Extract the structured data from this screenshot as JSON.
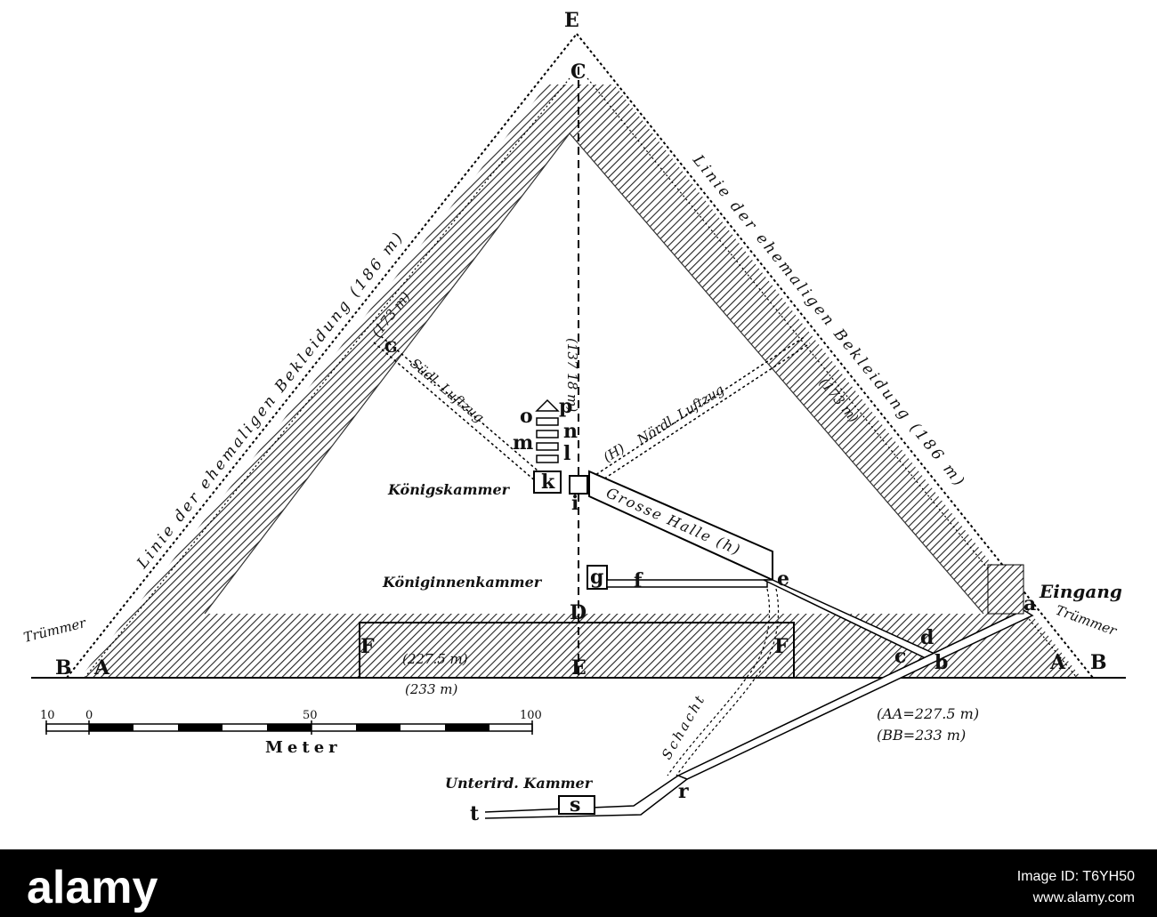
{
  "labels": {
    "apex_E": "E",
    "apex_C": "C",
    "center_D": "D",
    "base_E": "E",
    "left_A": "A",
    "left_B": "B",
    "right_A": "A",
    "right_B": "B",
    "left_F": "F",
    "right_F": "F",
    "g_mark": "G",
    "h_mark_open": "(H)",
    "k": "k",
    "i": "i",
    "p": "p",
    "o": "o",
    "n": "n",
    "m": "m",
    "l": "l",
    "g": "g",
    "f": "f",
    "e": "e",
    "d": "d",
    "c": "c",
    "b": "b",
    "a": "a",
    "s": "s",
    "t": "t",
    "r": "r"
  },
  "texts": {
    "left_casing": "Linie der ehemaligen Bekleidung (186 m)",
    "left_inner": "(173 m)",
    "right_casing": "Linie der ehemaligen Bekleidung (186 m)",
    "right_inner": "(173 m)",
    "height": "(137 18 m)",
    "south_shaft": "Südl. Luftzug",
    "north_shaft": "Nördl. Luftzug",
    "kings_chamber": "Königskammer",
    "queens_chamber": "Königinnenkammer",
    "grand_gallery": "Grosse Halle (h)",
    "entrance": "Eingang",
    "rubble_left": "Trümmer",
    "rubble_right": "Trümmer",
    "base_inner": "(227.5 m)",
    "base_outer": "(233 m)",
    "aa": "(AA=227.5 m)",
    "bb": "(BB=233 m)",
    "shaft": "Schacht",
    "subterranean": "Unterird. Kammer"
  },
  "scale": {
    "ticks": [
      "10",
      "0",
      "50",
      "100"
    ],
    "unit": "Meter"
  },
  "watermark": {
    "brand": "alamy",
    "image_id": "Image ID: T6YH50",
    "url": "www.alamy.com"
  }
}
